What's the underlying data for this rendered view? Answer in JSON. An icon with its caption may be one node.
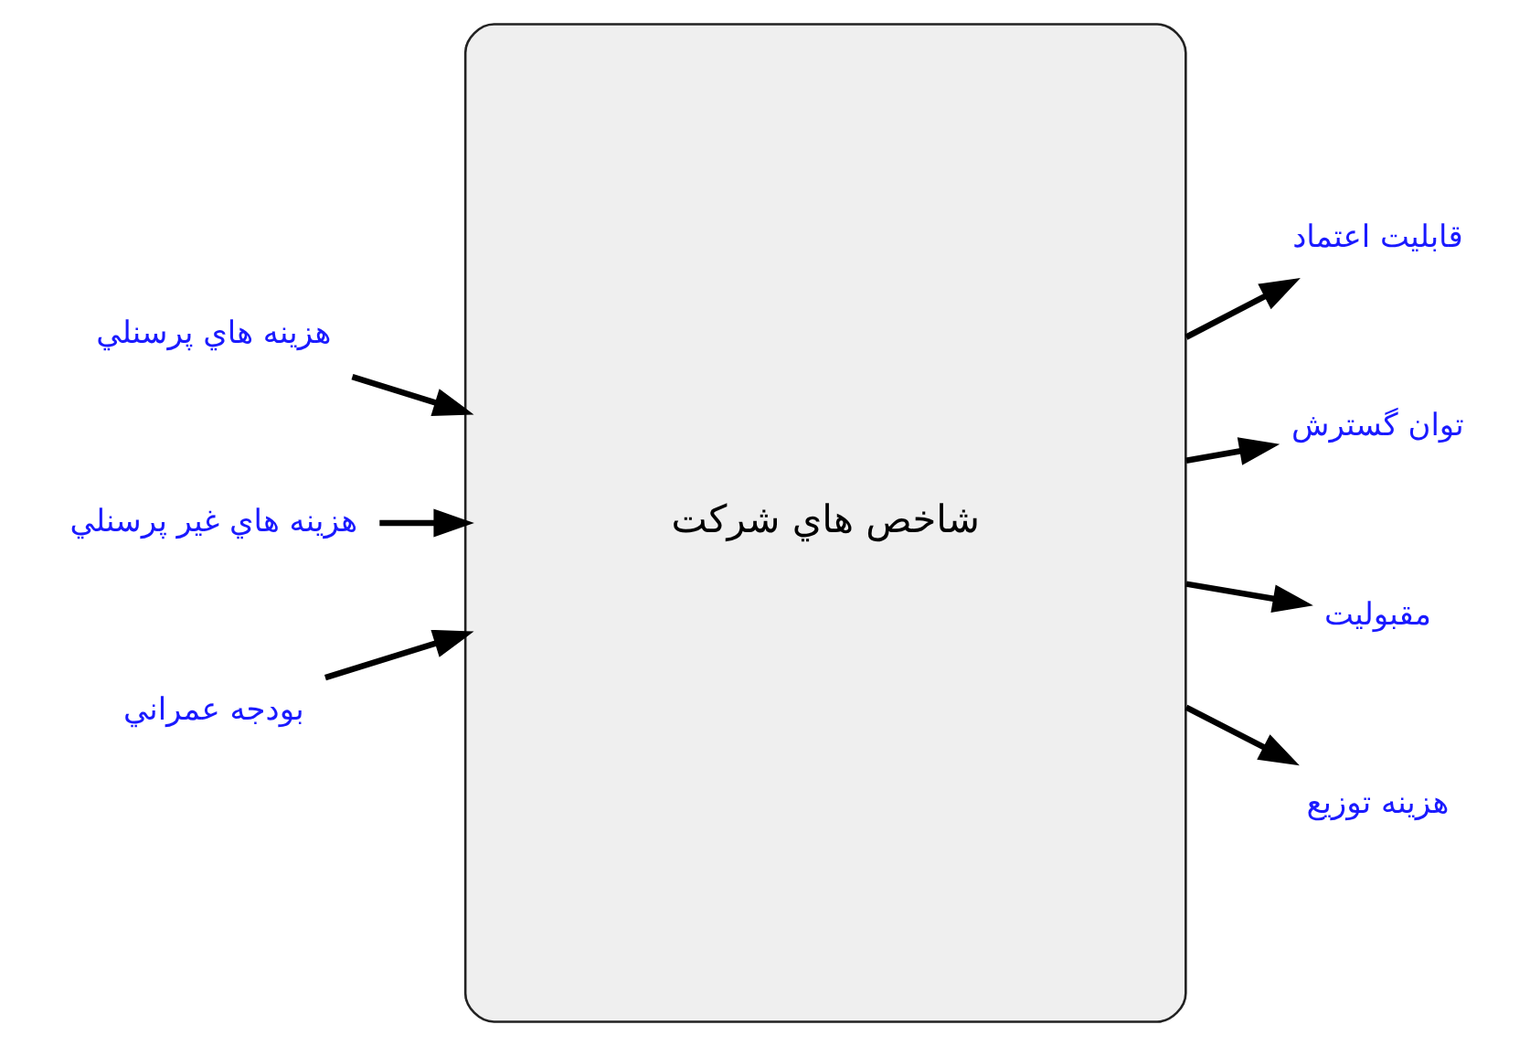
{
  "diagram": {
    "nodes": [
      {
        "text": [
          "شاخص هاي شركت"
        ]
      },
      {
        "text": [
          "هزينه هاي پرسنلي"
        ]
      },
      {
        "text": [
          "هزينه هاي غير پرسنلي"
        ]
      },
      {
        "text": [
          "بودجه عمراني"
        ]
      },
      {
        "text": [
          "قابليت اعتماد"
        ]
      },
      {
        "text": [
          "توان گسترش"
        ]
      },
      {
        "text": [
          "مقبوليت"
        ]
      },
      {
        "text": [
          "هزينه توزيع"
        ]
      }
    ],
    "edges": [
      {
        "from": 1,
        "to": 0,
        "arrow": "to"
      },
      {
        "from": 2,
        "to": 0,
        "arrow": "to"
      },
      {
        "from": 3,
        "to": 0,
        "arrow": "to"
      },
      {
        "from": 0,
        "to": 4,
        "arrow": "to"
      },
      {
        "from": 0,
        "to": 5,
        "arrow": "to"
      },
      {
        "from": 0,
        "to": 6,
        "arrow": "to"
      },
      {
        "from": 0,
        "to": 7,
        "arrow": "to"
      }
    ]
  }
}
